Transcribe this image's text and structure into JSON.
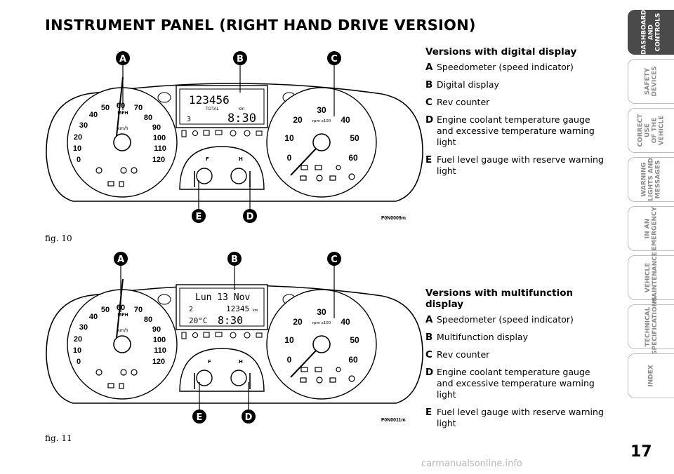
{
  "page": {
    "title": "INSTRUMENT PANEL (RIGHT HAND DRIVE VERSION)",
    "number": "17",
    "watermark": "carmanualsonline.info"
  },
  "figures": [
    {
      "caption": "fig. 10",
      "code": "F0N0009m",
      "callouts": [
        "A",
        "B",
        "C",
        "E",
        "D"
      ],
      "display": {
        "odometer": "123456",
        "line2_left": "TOTAL",
        "line2_right": "km",
        "clock": "8:30",
        "gear": "3"
      }
    },
    {
      "caption": "fig. 11",
      "code": "F0N0011m",
      "callouts": [
        "A",
        "B",
        "C",
        "E",
        "D"
      ],
      "display": {
        "date": "Lun 13 Nov",
        "gear": "2",
        "odometer": "12345",
        "unit": "km",
        "temp": "20°C",
        "clock": "8:30"
      }
    }
  ],
  "gauges": {
    "speedo_numbers": [
      "0",
      "10",
      "20",
      "30",
      "40",
      "50",
      "60",
      "70",
      "80",
      "90",
      "100",
      "110",
      "120"
    ],
    "speedo_mph": "MPH",
    "speedo_kmh": "km/h",
    "rev_numbers": [
      "0",
      "10",
      "20",
      "30",
      "40",
      "50",
      "60"
    ],
    "rev_unit": "rpm x100",
    "fuel_f": "F",
    "temp_h": "H"
  },
  "sections": [
    {
      "heading": "Versions with digital display",
      "items": [
        {
          "letter": "A",
          "text": "Speedometer (speed indicator)"
        },
        {
          "letter": "B",
          "text": "Digital display"
        },
        {
          "letter": "C",
          "text": "Rev counter"
        },
        {
          "letter": "D",
          "text": "Engine coolant temperature gauge and excessive temperature warning light"
        },
        {
          "letter": "E",
          "text": "Fuel level gauge with reserve warning light"
        }
      ]
    },
    {
      "heading": "Versions with multifunction display",
      "items": [
        {
          "letter": "A",
          "text": "Speedometer (speed indicator)"
        },
        {
          "letter": "B",
          "text": "Multifunction display"
        },
        {
          "letter": "C",
          "text": "Rev counter"
        },
        {
          "letter": "D",
          "text": "Engine coolant temperature gauge and excessive temperature warning light"
        },
        {
          "letter": "E",
          "text": "Fuel level gauge with reserve warning light"
        }
      ]
    }
  ],
  "sidebar": {
    "tabs": [
      {
        "label": "DASHBOARD\nAND CONTROLS",
        "active": true
      },
      {
        "label": "SAFETY\nDEVICES",
        "active": false
      },
      {
        "label": "CORRECT USE\nOF THE VEHICLE",
        "active": false
      },
      {
        "label": "WARNING\nLIGHTS AND\nMESSAGES",
        "active": false
      },
      {
        "label": "IN AN\nEMERGENCY",
        "active": false
      },
      {
        "label": "VEHICLE\nMAINTENANCE",
        "active": false
      },
      {
        "label": "TECHNICAL\nSPECIFICATIONS",
        "active": false
      },
      {
        "label": "INDEX",
        "active": false
      }
    ]
  }
}
